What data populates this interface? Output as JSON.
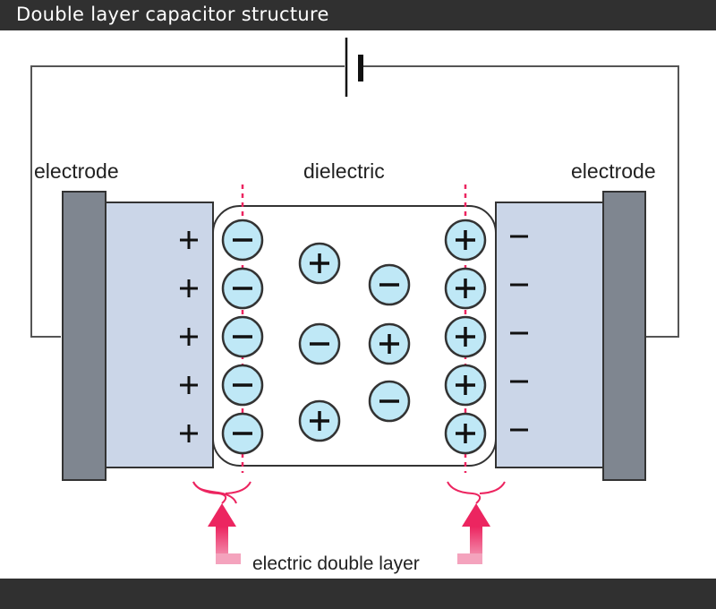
{
  "title": "Double layer capacitor structure",
  "labels": {
    "left_electrode": "electrode",
    "right_electrode": "electrode",
    "dielectric": "dielectric",
    "double_layer": "electric double layer"
  },
  "colors": {
    "frame_bar": "#303030",
    "electrode_dark": "#7f8690",
    "electrode_light": "#cbd6e8",
    "ion_fill": "#bfe8f6",
    "accent_pink": "#ec2560",
    "wire": "#444444"
  },
  "left_electrode_charges": [
    "+",
    "+",
    "+",
    "+",
    "+"
  ],
  "right_electrode_charges": [
    "−",
    "−",
    "−",
    "−",
    "−"
  ],
  "left_layer_ions": [
    "−",
    "−",
    "−",
    "−",
    "−"
  ],
  "right_layer_ions": [
    "+",
    "+",
    "+",
    "+",
    "+"
  ],
  "free_ions": [
    {
      "sign": "+",
      "column": 1,
      "row": 1
    },
    {
      "sign": "−",
      "column": 2,
      "row": 2
    },
    {
      "sign": "−",
      "column": 1,
      "row": 3
    },
    {
      "sign": "+",
      "column": 2,
      "row": 3
    },
    {
      "sign": "−",
      "column": 2,
      "row": 4
    },
    {
      "sign": "+",
      "column": 1,
      "row": 5
    }
  ]
}
